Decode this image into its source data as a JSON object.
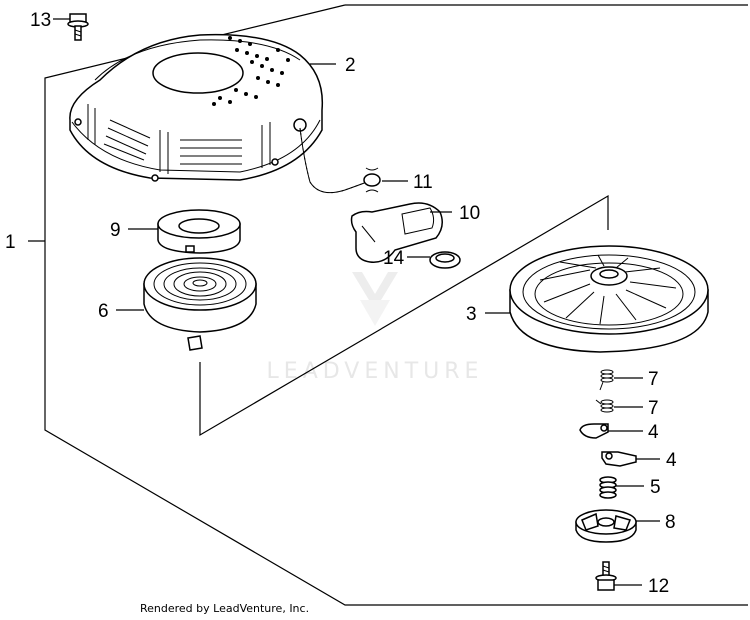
{
  "diagram": {
    "callouts": {
      "p1": "1",
      "p2": "2",
      "p3": "3",
      "p4a": "4",
      "p4b": "4",
      "p5": "5",
      "p6": "6",
      "p7a": "7",
      "p7b": "7",
      "p8": "8",
      "p9": "9",
      "p10": "10",
      "p11": "11",
      "p12": "12",
      "p13": "13",
      "p14": "14"
    },
    "watermark": "LEADVENTURE",
    "credit": "Rendered by LeadVenture, Inc."
  }
}
